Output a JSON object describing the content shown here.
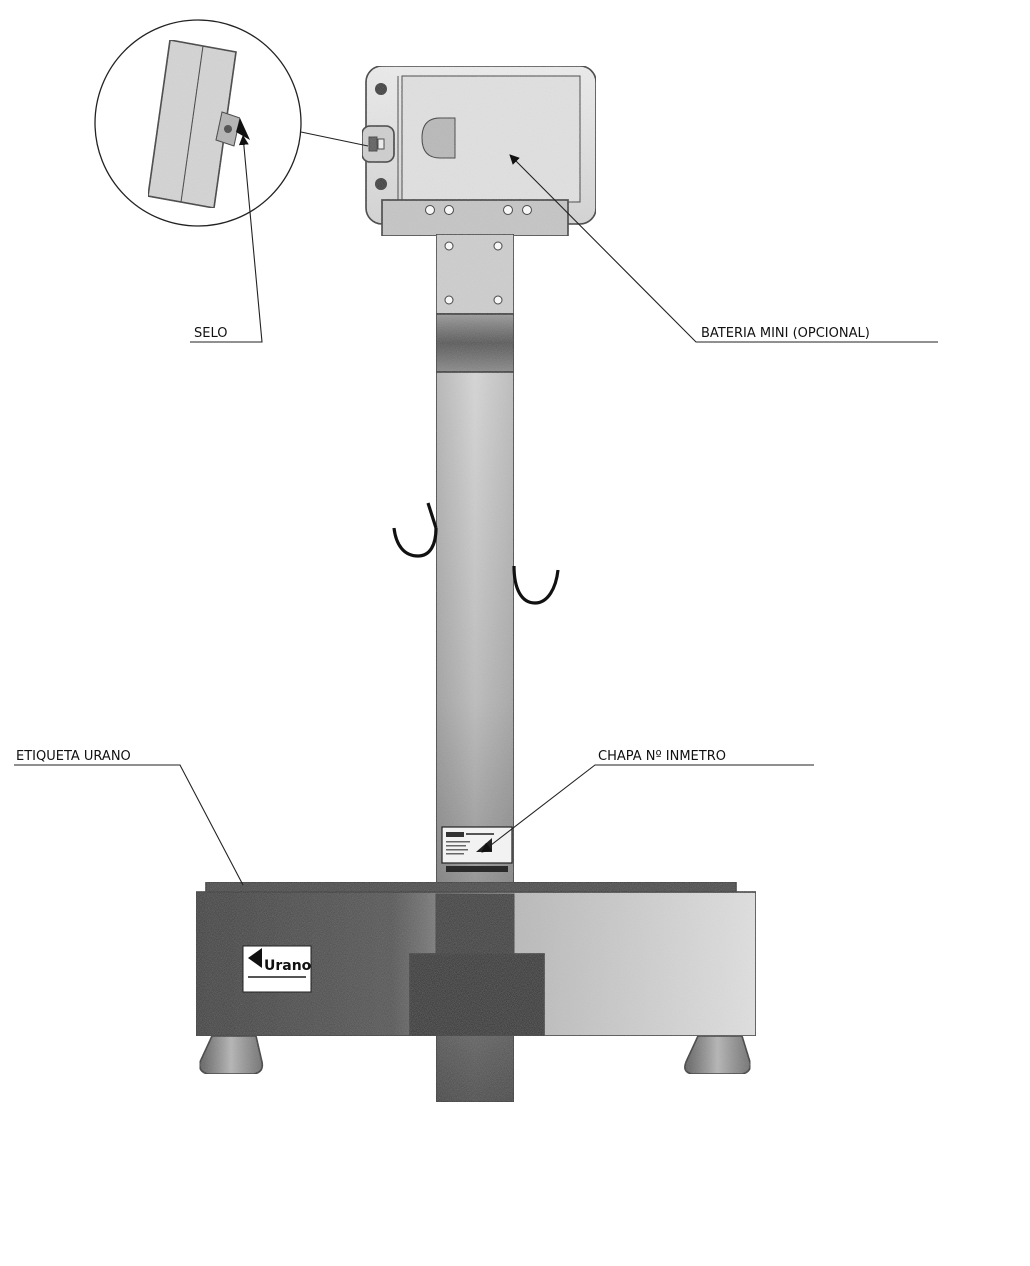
{
  "callouts": {
    "selo": "SELO",
    "bateria": "BATERIA MINI (OPCIONAL)",
    "etiqueta": "ETIQUETA URANO",
    "chapa": "CHAPA Nº INMETRO"
  },
  "logo": {
    "brand": "Urano"
  },
  "colors": {
    "line": "#222222",
    "head_fill": "#e6e6e6",
    "column_light": "#d4d4d4",
    "column_dark": "#4a4a4a",
    "base_dark": "#333333",
    "base_light": "#dcdcdc",
    "foot_fill": "#8c8c8c"
  }
}
